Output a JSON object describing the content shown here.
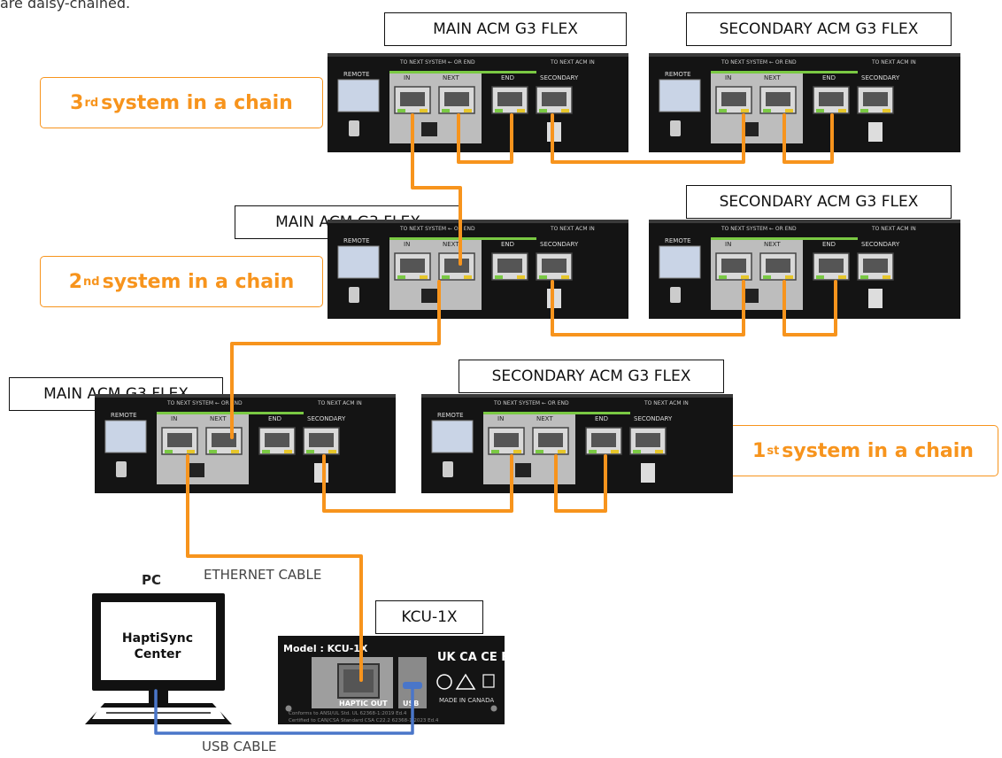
{
  "intro_text": "are daisy-chained.",
  "acm_port_labels": {
    "remote": "REMOTE",
    "in": "IN",
    "next": "NEXT",
    "end": "END",
    "secondary": "SECONDARY",
    "to_next_system": "TO NEXT SYSTEM",
    "or_end": "OR END",
    "to_next_acm_in": "TO NEXT ACM IN"
  },
  "devices": {
    "row3_main_label": "MAIN ACM G3 FLEX",
    "row3_secondary_label": "SECONDARY ACM G3 FLEX",
    "row2_main_label": "MAIN ACM G3 FLEX",
    "row2_secondary_label": "SECONDARY ACM G3 FLEX",
    "row1_main_label": "MAIN ACM G3 FLEX",
    "row1_secondary_label": "SECONDARY ACM G3 FLEX"
  },
  "chains": {
    "third": {
      "ordinal": "3",
      "suffix": "rd",
      "text": "system in a chain"
    },
    "second": {
      "ordinal": "2",
      "suffix": "nd",
      "text": "system in a chain"
    },
    "first": {
      "ordinal": "1",
      "suffix": "st",
      "text": "system in a chain"
    }
  },
  "cables": {
    "ethernet": "ETHERNET CABLE",
    "usb": "USB CABLE"
  },
  "pc": {
    "label": "PC",
    "screen_line1": "HaptiSync",
    "screen_line2": "Center"
  },
  "kcu": {
    "label": "KCU-1X",
    "model": "Model : KCU-1X",
    "haptic_out": "HAPTIC OUT",
    "usb": "USB",
    "made_in": "MADE IN CANADA",
    "cert1": "Conforms to ANSI/UL Std. UL 62368-1:2019 Ed.4",
    "cert2": "Certified to CAN/CSA Standard CSA C22.2 62368-1:2023 Ed.4",
    "marks": "UK CA  CE  FC"
  },
  "colors": {
    "cable_orange": "#f7941d",
    "usb_blue": "#4a76c9",
    "device_body": "#141414",
    "port_panel": "#bdbdbd",
    "port_green": "#7ac943",
    "port_amber": "#e6c62a"
  }
}
